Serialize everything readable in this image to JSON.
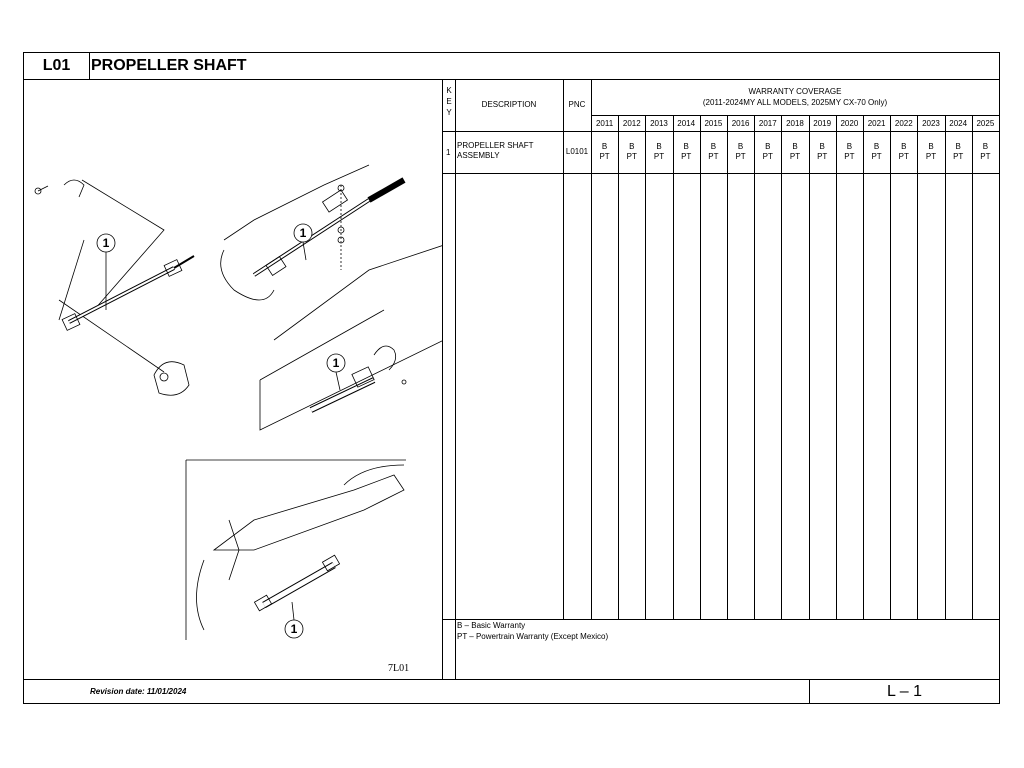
{
  "header": {
    "code": "L01",
    "title": "PROPELLER SHAFT"
  },
  "figure": {
    "callout": "1",
    "label": "7L01"
  },
  "table": {
    "key_header": [
      "K",
      "E",
      "Y"
    ],
    "description_header": "DESCRIPTION",
    "pnc_header": "PNC",
    "warranty_title": "WARRANTY COVERAGE",
    "warranty_subtitle": "(2011-2024MY ALL MODELS, 2025MY CX-70 Only)",
    "years": [
      "2011",
      "2012",
      "2013",
      "2014",
      "2015",
      "2016",
      "2017",
      "2018",
      "2019",
      "2020",
      "2021",
      "2022",
      "2023",
      "2024",
      "2025"
    ],
    "rows": [
      {
        "key": "1",
        "description_line1": "PROPELLER SHAFT",
        "description_line2": "ASSEMBLY",
        "pnc": "L0101",
        "coverage_top": "B",
        "coverage_bottom": "PT"
      }
    ],
    "legend": [
      "B – Basic Warranty",
      "PT – Powertrain Warranty (Except Mexico)"
    ]
  },
  "footer": {
    "revision": "Revision date: 11/01/2024",
    "page_number": "L – 1"
  }
}
